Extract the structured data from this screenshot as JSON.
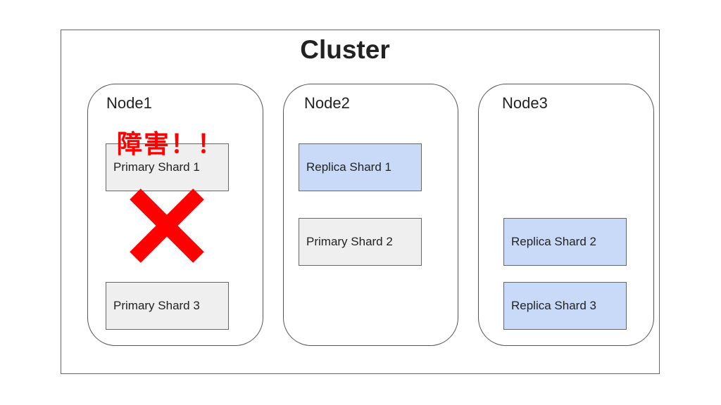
{
  "cluster": {
    "title": "Cluster"
  },
  "nodes": [
    {
      "label": "Node1",
      "shards": [
        "Primary Shard 1",
        "Primary Shard 3"
      ]
    },
    {
      "label": "Node2",
      "shards": [
        "Replica Shard 1",
        "Primary Shard 2"
      ]
    },
    {
      "label": "Node3",
      "shards": [
        "Replica Shard 2",
        "Replica Shard 3"
      ]
    }
  ],
  "fault": {
    "label": "障害！！",
    "icon": "cross-icon",
    "color": "#ff0000"
  },
  "colors": {
    "primary": "#efefef",
    "replica": "#c9daf8"
  }
}
